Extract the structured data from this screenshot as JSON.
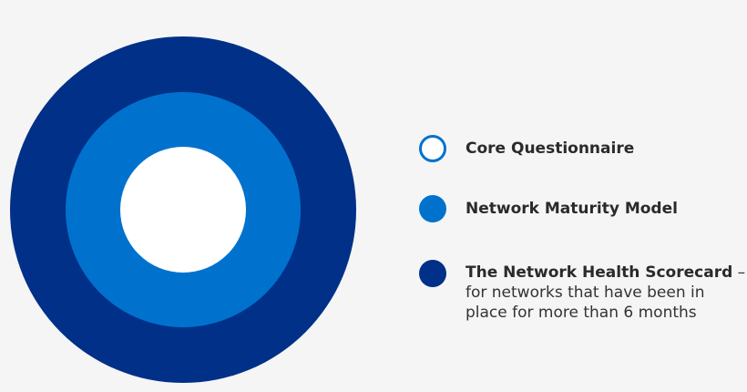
{
  "diagram": {
    "type": "concentric-rings",
    "rings": [
      {
        "name": "outer",
        "label": "The Network Health Scorecard",
        "color": "#003087"
      },
      {
        "name": "middle",
        "label": "Network Maturity Model",
        "color": "#0072ce"
      },
      {
        "name": "inner",
        "label": "Core Questionnaire",
        "color": "#ffffff"
      }
    ]
  },
  "legend": {
    "items": [
      {
        "icon": "outline-circle-icon",
        "title": "Core Questionnaire",
        "separator": "",
        "description": "",
        "fill": "#ffffff",
        "stroke": "#0072ce"
      },
      {
        "icon": "filled-circle-icon",
        "title": "Network Maturity Model",
        "separator": "",
        "description": "",
        "fill": "#0072ce",
        "stroke": "#0072ce"
      },
      {
        "icon": "filled-circle-icon",
        "title": "The Network Health Scorecard",
        "separator": " –",
        "description": "for networks that have been in place for more than 6 months",
        "fill": "#003087",
        "stroke": "#003087"
      }
    ]
  },
  "colors": {
    "background": "#f5f5f6",
    "dark_blue": "#003087",
    "mid_blue": "#0072ce",
    "white": "#ffffff",
    "text": "#2a2a2a"
  }
}
